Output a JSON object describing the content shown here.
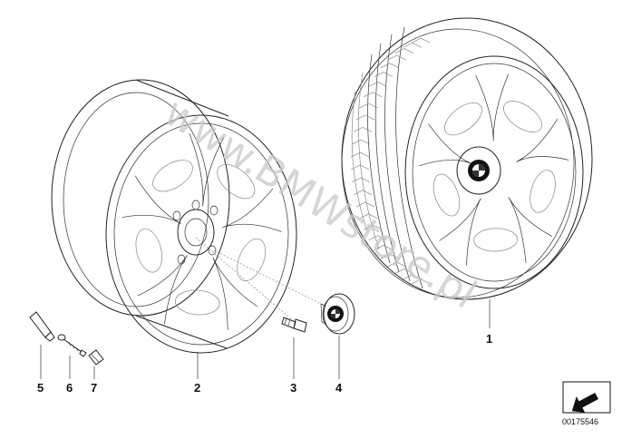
{
  "watermark": "www.BMWstore.pl",
  "document_number": "00175546",
  "callouts": [
    {
      "id": "1",
      "label": "1"
    },
    {
      "id": "2",
      "label": "2"
    },
    {
      "id": "3",
      "label": "3"
    },
    {
      "id": "4",
      "label": "4"
    },
    {
      "id": "5",
      "label": "5"
    },
    {
      "id": "6",
      "label": "6"
    },
    {
      "id": "7",
      "label": "7"
    }
  ],
  "icons": {
    "orientation": "arrow-box-icon",
    "emblem": "bmw-roundel-icon"
  },
  "colors": {
    "line": "#222222",
    "watermark": "#c9c9c9",
    "background": "#ffffff"
  }
}
